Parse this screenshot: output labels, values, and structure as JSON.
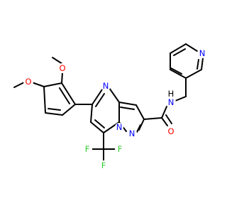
{
  "molecule": {
    "colors": {
      "bond": "#000000",
      "oxygen": "#ff0000",
      "nitrogen": "#0000ff",
      "fluorine": "#33cc33",
      "background": "#ffffff"
    },
    "atoms": {
      "methoxy_o_upper": "O",
      "methoxy_o_left": "O",
      "pyrimidine_n": "N",
      "pyrazole_n_bridge": "N",
      "pyrazole_n2": "N",
      "amide_nh": "N",
      "amide_h": "H",
      "amide_o": "O",
      "pyridine_n": "N",
      "f_left": "F",
      "f_right": "F",
      "f_bottom": "F"
    }
  }
}
